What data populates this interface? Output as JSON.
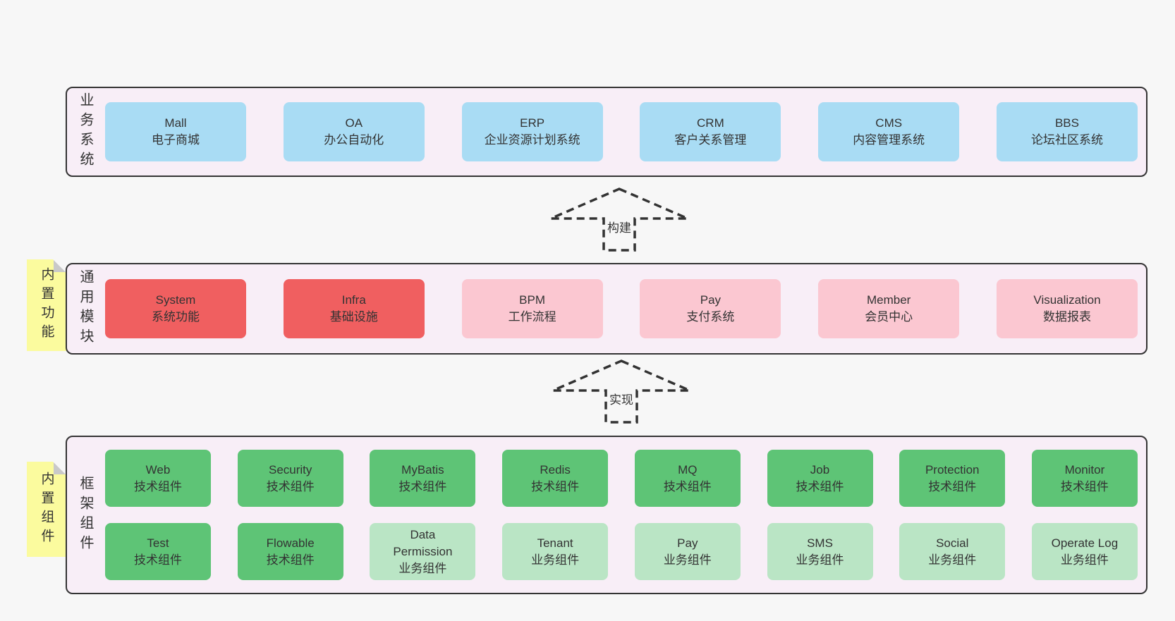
{
  "diagram": {
    "bands": [
      {
        "key": "business-systems",
        "side_label": "业务系统",
        "note": null,
        "rows": [
          [
            {
              "title": "Mall",
              "subtitle": "电子商城",
              "variant": "blue"
            },
            {
              "title": "OA",
              "subtitle": "办公自动化",
              "variant": "blue"
            },
            {
              "title": "ERP",
              "subtitle": "企业资源计划系统",
              "variant": "blue"
            },
            {
              "title": "CRM",
              "subtitle": "客户关系管理",
              "variant": "blue"
            },
            {
              "title": "CMS",
              "subtitle": "内容管理系统",
              "variant": "blue"
            },
            {
              "title": "BBS",
              "subtitle": "论坛社区系统",
              "variant": "blue"
            }
          ]
        ]
      },
      {
        "key": "common-modules",
        "side_label": "通用模块",
        "note": "内置功能",
        "rows": [
          [
            {
              "title": "System",
              "subtitle": "系统功能",
              "variant": "red"
            },
            {
              "title": "Infra",
              "subtitle": "基础设施",
              "variant": "red"
            },
            {
              "title": "BPM",
              "subtitle": "工作流程",
              "variant": "pink"
            },
            {
              "title": "Pay",
              "subtitle": "支付系统",
              "variant": "pink"
            },
            {
              "title": "Member",
              "subtitle": "会员中心",
              "variant": "pink"
            },
            {
              "title": "Visualization",
              "subtitle": "数据报表",
              "variant": "pink"
            }
          ]
        ]
      },
      {
        "key": "framework-components",
        "side_label": "框架组件",
        "note": "内置组件",
        "rows": [
          [
            {
              "title": "Web",
              "subtitle": "技术组件",
              "variant": "green-dark"
            },
            {
              "title": "Security",
              "subtitle": "技术组件",
              "variant": "green-dark"
            },
            {
              "title": "MyBatis",
              "subtitle": "技术组件",
              "variant": "green-dark"
            },
            {
              "title": "Redis",
              "subtitle": "技术组件",
              "variant": "green-dark"
            },
            {
              "title": "MQ",
              "subtitle": "技术组件",
              "variant": "green-dark"
            },
            {
              "title": "Job",
              "subtitle": "技术组件",
              "variant": "green-dark"
            },
            {
              "title": "Protection",
              "subtitle": "技术组件",
              "variant": "green-dark"
            },
            {
              "title": "Monitor",
              "subtitle": "技术组件",
              "variant": "green-dark"
            }
          ],
          [
            {
              "title": "Test",
              "subtitle": "技术组件",
              "variant": "green-dark"
            },
            {
              "title": "Flowable",
              "subtitle": "技术组件",
              "variant": "green-dark"
            },
            {
              "title": "Data Permission",
              "subtitle": "业务组件",
              "variant": "green-light"
            },
            {
              "title": "Tenant",
              "subtitle": "业务组件",
              "variant": "green-light"
            },
            {
              "title": "Pay",
              "subtitle": "业务组件",
              "variant": "green-light"
            },
            {
              "title": "SMS",
              "subtitle": "业务组件",
              "variant": "green-light"
            },
            {
              "title": "Social",
              "subtitle": "业务组件",
              "variant": "green-light"
            },
            {
              "title": "Operate Log",
              "subtitle": "业务组件",
              "variant": "green-light"
            }
          ]
        ]
      }
    ],
    "arrows": [
      {
        "key": "build",
        "label": "构建"
      },
      {
        "key": "implement",
        "label": "实现"
      }
    ],
    "colors": {
      "page_bg": "#f7f7f7",
      "band_bg": "#f8eef7",
      "band_border": "#343434",
      "blue": "#a9dcf4",
      "red": "#f05f60",
      "pink": "#fbc7d1",
      "green_dark": "#5ec476",
      "green_light": "#bae5c5",
      "note_bg": "#fbfb9e",
      "note_fold": "#c9c9c9",
      "text": "#333333"
    }
  }
}
